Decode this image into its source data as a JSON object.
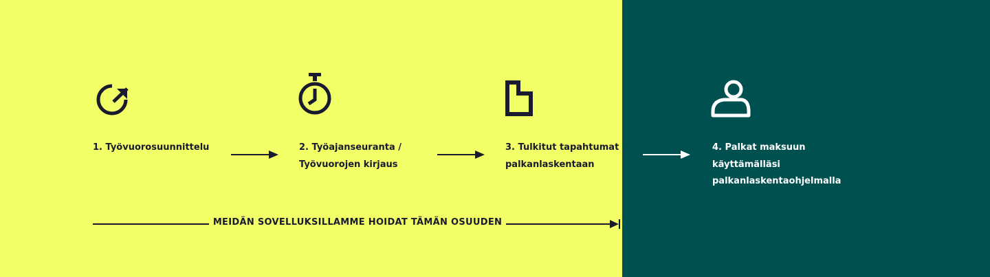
{
  "colors": {
    "background_left": "#f3ff66",
    "background_right": "#005050",
    "ink_dark": "#1a1a2e",
    "ink_light": "#ffffff"
  },
  "steps": [
    {
      "icon": "refresh-icon",
      "lines": [
        "1. Työvuorosuunnittelu"
      ]
    },
    {
      "icon": "stopwatch-icon",
      "lines": [
        "2. Työajanseuranta /",
        "Työvuorojen kirjaus"
      ]
    },
    {
      "icon": "document-icon",
      "lines": [
        "3. Tulkitut tapahtumat",
        "palkanlaskentaan"
      ]
    },
    {
      "icon": "user-icon",
      "lines": [
        "4. Palkat maksuun",
        "käyttämälläsi",
        "palkanlaskentaohjelmalla"
      ]
    }
  ],
  "scope": {
    "label": "MEIDÄN SOVELLUKSILLAMME HOIDAT TÄMÄN OSUUDEN"
  }
}
